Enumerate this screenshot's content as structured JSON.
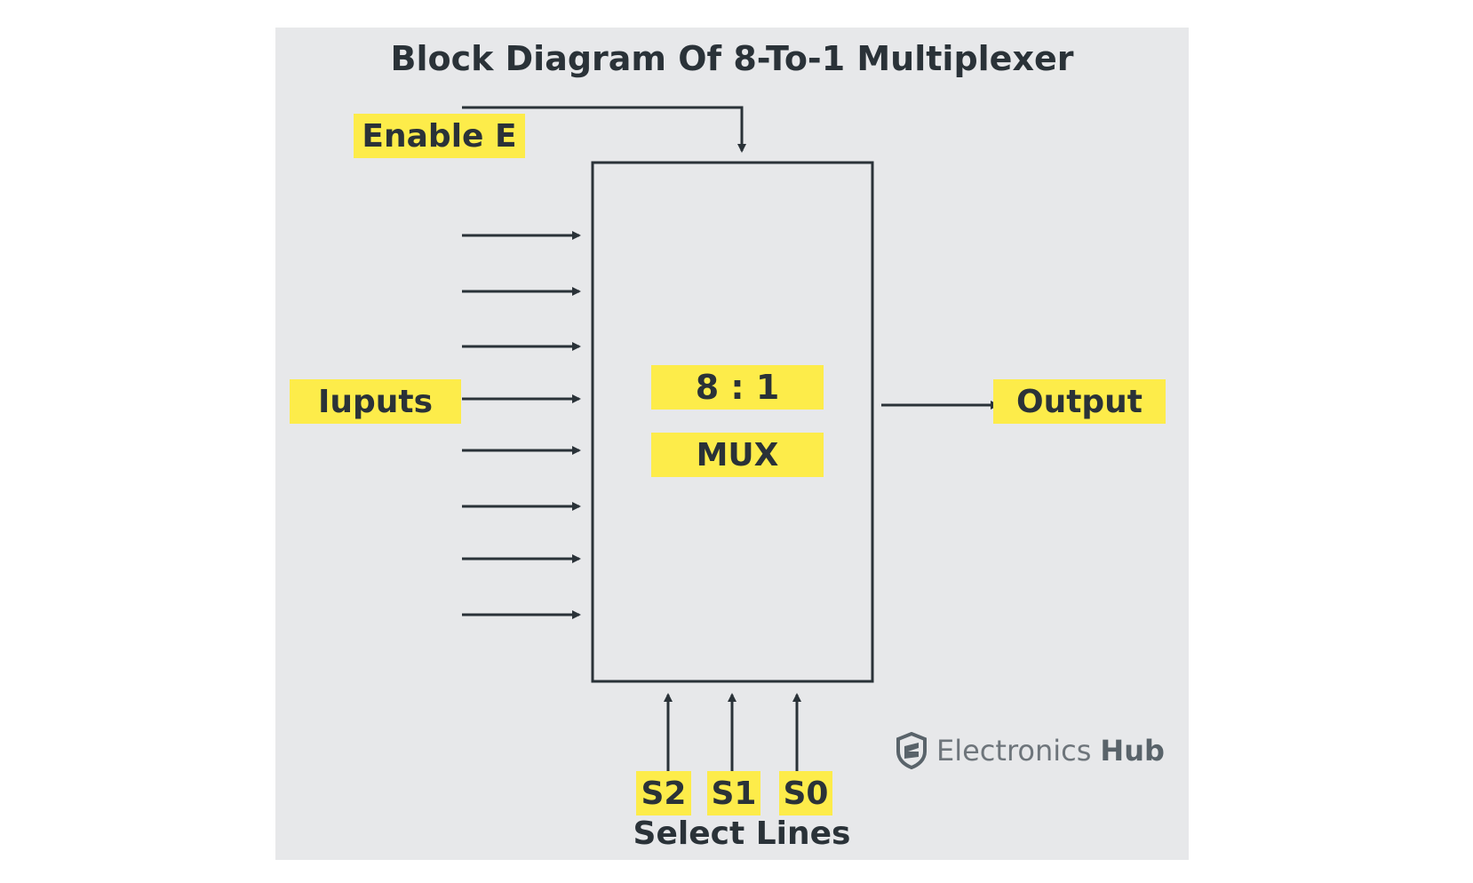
{
  "title": "Block Diagram Of 8-To-1 Multiplexer",
  "enable_label": "Enable E",
  "inputs_label": "Iuputs",
  "output_label": "Output",
  "block": {
    "ratio": "8 : 1",
    "name": "MUX"
  },
  "select": {
    "lines": [
      "S2",
      "S1",
      "S0"
    ],
    "caption": "Select Lines"
  },
  "brand": {
    "name": "Electronics",
    "suffix": "Hub",
    "icon": "shield-logo-icon"
  },
  "input_count": 8,
  "colors": {
    "highlight": "#fdec4a",
    "line": "#2a3238",
    "panel": "#e7e8ea"
  }
}
